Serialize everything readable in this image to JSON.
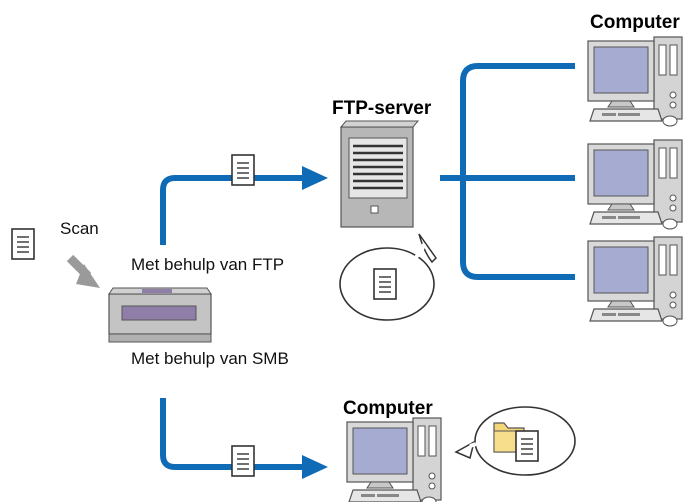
{
  "labels": {
    "scan": "Scan",
    "via_ftp": "Met behulp van FTP",
    "via_smb": "Met behulp van SMB",
    "ftp_server": "FTP-server",
    "computer_top": "Computer",
    "computer_bottom": "Computer"
  },
  "colors": {
    "connector": "#0f6bb5",
    "device_gray": "#b7b7b7",
    "screen": "#a6acd1",
    "folder": "#f5d67a",
    "printer_top": "#8f7fa8"
  },
  "icons": [
    "document-icon",
    "scan-arrow-icon",
    "printer-icon",
    "ftp-server-icon",
    "computer-icon",
    "speech-bubble-icon",
    "folder-icon"
  ]
}
